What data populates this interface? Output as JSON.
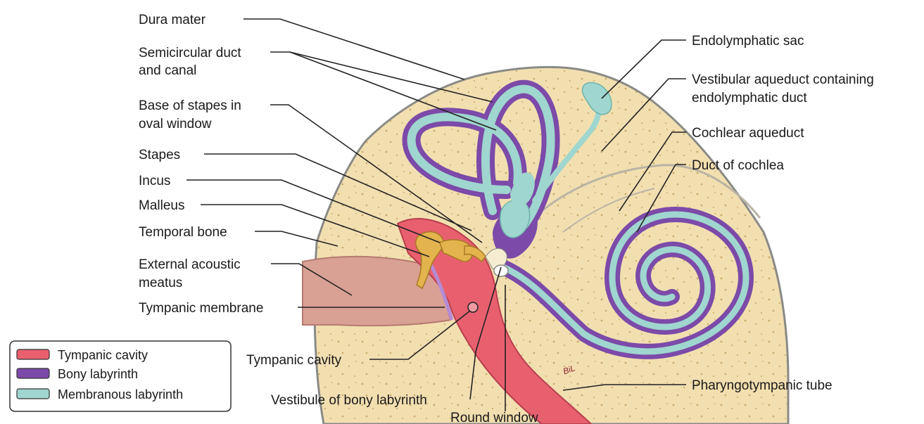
{
  "colors": {
    "background": "#ffffff",
    "bone": "#f2dfb0",
    "bone_dark": "#c9a96a",
    "bone_edge": "#8a8a86",
    "tympanic_cavity": "#e8606e",
    "tympanic_cavity_light": "#f29aa3",
    "canal_skin": "#e3a59c",
    "bony_labyrinth": "#7c4aa8",
    "bony_labyrinth_light": "#b58bd6",
    "membranous_labyrinth": "#9fd6cf",
    "membranous_labyrinth_light": "#d8f0ec",
    "ossicles": "#e3b34e",
    "text": "#1a1a1a"
  },
  "labels": {
    "dura_mater": "Dura mater",
    "semicircular_1": "Semicircular duct",
    "semicircular_2": "and canal",
    "base_stapes_1": "Base of stapes in",
    "base_stapes_2": "oval window",
    "stapes": "Stapes",
    "incus": "Incus",
    "malleus": "Malleus",
    "temporal_bone": "Temporal bone",
    "external_meatus_1": "External acoustic",
    "external_meatus_2": "meatus",
    "tympanic_membrane": "Tympanic membrane",
    "endolymphatic_sac": "Endolymphatic sac",
    "vestibular_aqueduct_1": "Vestibular aqueduct containing",
    "vestibular_aqueduct_2": "endolymphatic duct",
    "cochlear_aqueduct": "Cochlear aqueduct",
    "duct_of_cochlea": "Duct of cochlea",
    "tympanic_cavity": "Tympanic cavity",
    "vestibule": "Vestibule of bony labyrinth",
    "round_window": "Round window",
    "pharyngotympanic_tube": "Pharyngotympanic tube",
    "artist_signature": "BiL"
  },
  "legend": {
    "items": [
      {
        "label": "Tympanic cavity",
        "color": "#e8606e"
      },
      {
        "label": "Bony labyrinth",
        "color": "#7c4aa8"
      },
      {
        "label": "Membranous labyrinth",
        "color": "#9fd6cf"
      }
    ]
  }
}
